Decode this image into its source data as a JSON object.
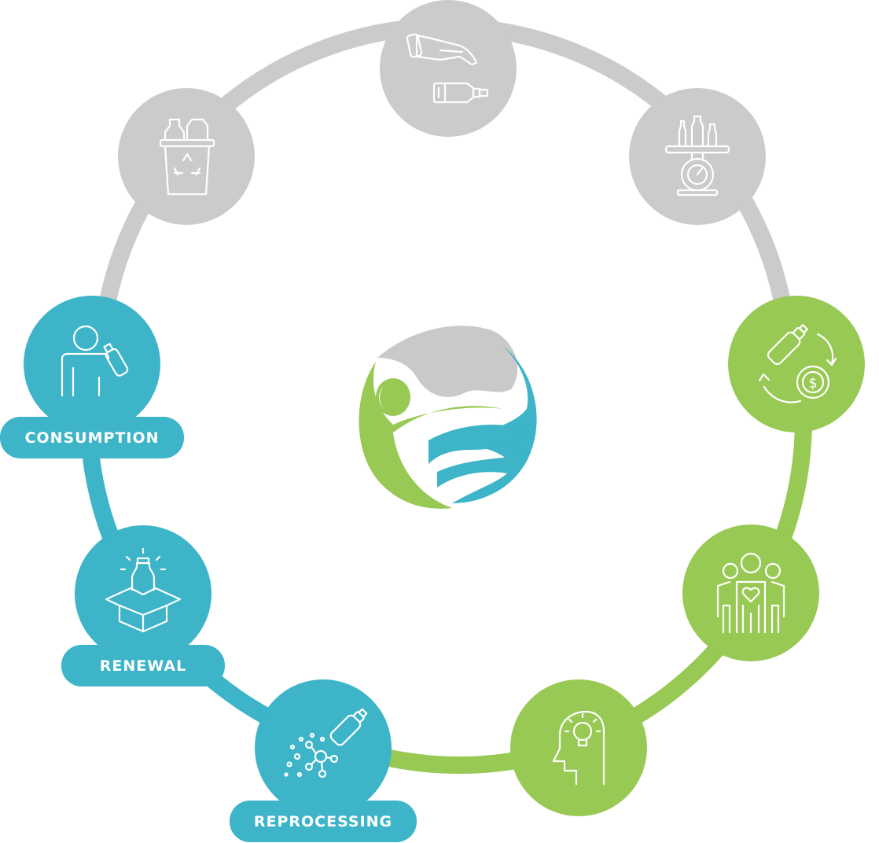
{
  "colors": {
    "gray": "#cbcbcb",
    "green": "#98c954",
    "teal": "#3db4c8",
    "white": "#ffffff"
  },
  "stages": [
    {
      "key": "collection",
      "icon": "hand-bottle-icon",
      "color": "gray"
    },
    {
      "key": "sorting",
      "icon": "scale-bottles-icon",
      "color": "gray"
    },
    {
      "key": "refund",
      "icon": "bottle-money-cycle-icon",
      "color": "green",
      "label": ""
    },
    {
      "key": "community",
      "icon": "people-heart-icon",
      "color": "green"
    },
    {
      "key": "innovation",
      "icon": "head-lightbulb-icon",
      "color": "green"
    },
    {
      "key": "reprocessing",
      "icon": "bottle-molecules-icon",
      "color": "teal",
      "label": "REPROCESSING"
    },
    {
      "key": "renewal",
      "icon": "box-bottle-icon",
      "color": "teal",
      "label": "RENEWAL"
    },
    {
      "key": "consumption",
      "icon": "person-bottle-icon",
      "color": "teal",
      "label": "CONSUMPTION"
    },
    {
      "key": "recycling",
      "icon": "recycle-bin-icon",
      "color": "gray"
    }
  ],
  "center_logo": {
    "icon": "globe-logo-icon"
  }
}
